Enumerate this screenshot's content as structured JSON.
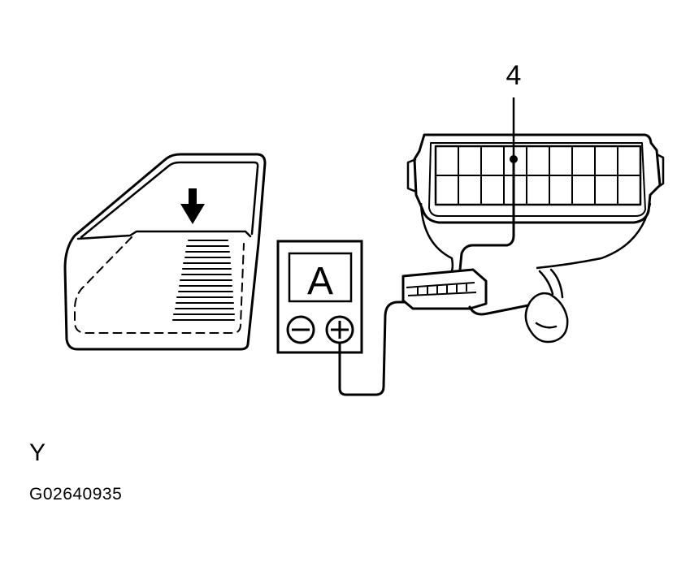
{
  "callout": {
    "number": "4"
  },
  "meter": {
    "display": "A",
    "minus_symbol": "−",
    "plus_symbol": "+"
  },
  "footer": {
    "view_letter": "Y",
    "figure_code": "G02640935"
  },
  "colors": {
    "ink": "#000000",
    "background": "#ffffff"
  }
}
